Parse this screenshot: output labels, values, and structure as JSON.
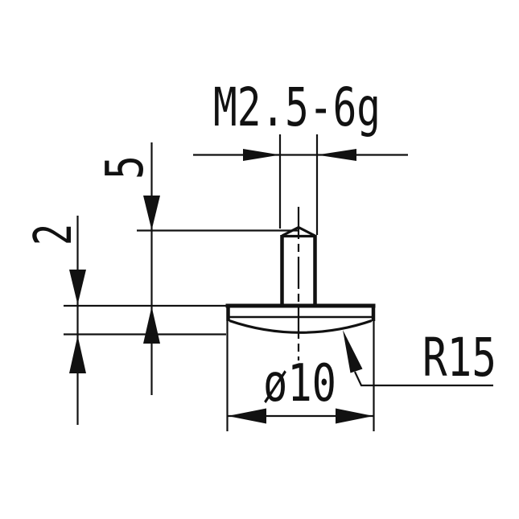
{
  "drawing": {
    "background": "#ffffff",
    "line_color": "#111111",
    "dimensions": {
      "thread": "M2.5-6g",
      "stem_length": "5",
      "disc_thickness": "2",
      "disc_diameter": "ø10",
      "face_radius": "R15"
    }
  }
}
